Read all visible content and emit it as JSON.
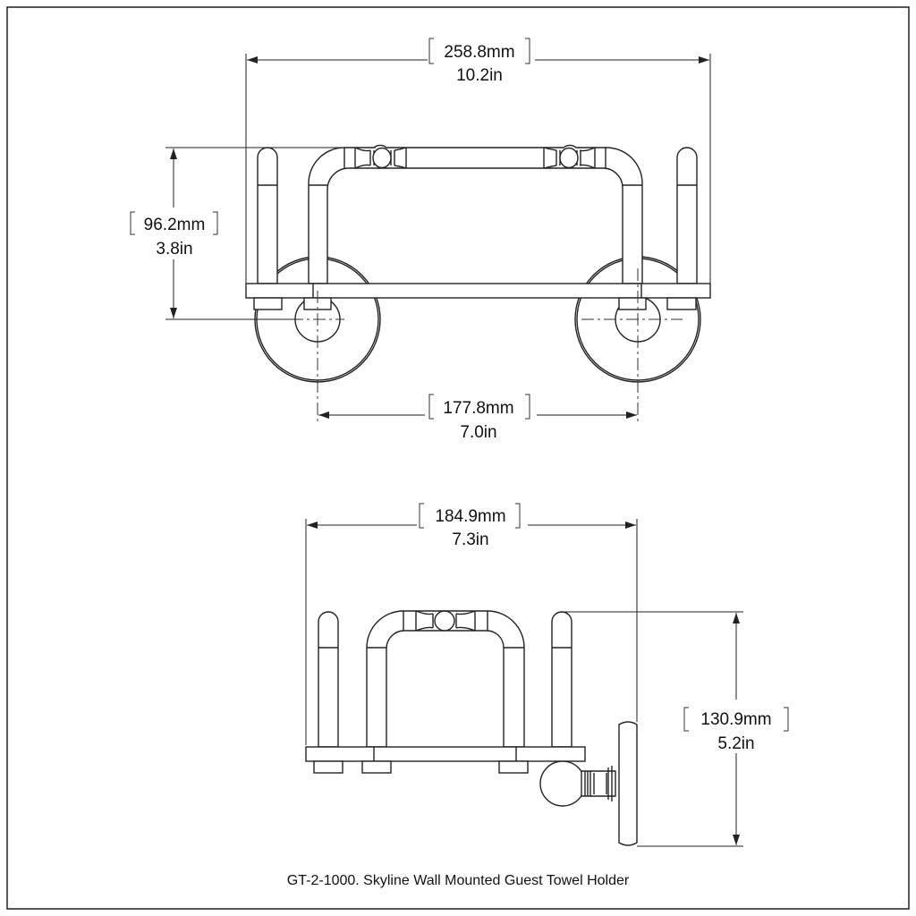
{
  "title": "GT-2-1000. Skyline Wall Mounted Guest Towel Holder",
  "front_view": {
    "overall_width": {
      "mm": "258.8mm",
      "in": "10.2in"
    },
    "height": {
      "mm": "96.2mm",
      "in": "3.8in"
    },
    "mount_spacing": {
      "mm": "177.8mm",
      "in": "7.0in"
    }
  },
  "side_view": {
    "depth": {
      "mm": "184.9mm",
      "in": "7.3in"
    },
    "height": {
      "mm": "130.9mm",
      "in": "5.2in"
    }
  }
}
